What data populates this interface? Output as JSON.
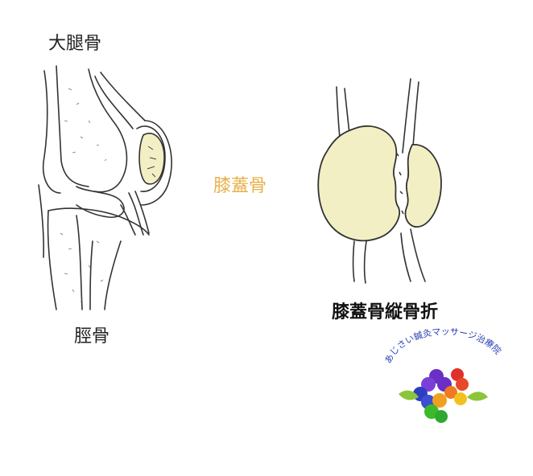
{
  "labels": {
    "femur": "大腿骨",
    "patella": "膝蓋骨",
    "tibia": "脛骨",
    "fracture_title": "膝蓋骨縦骨折"
  },
  "logo": {
    "text": "あじさい鍼灸マッサージ治療院"
  },
  "colors": {
    "patella_fill": "#f3efc4",
    "patella_label": "#e8b04a",
    "line": "#333333"
  }
}
